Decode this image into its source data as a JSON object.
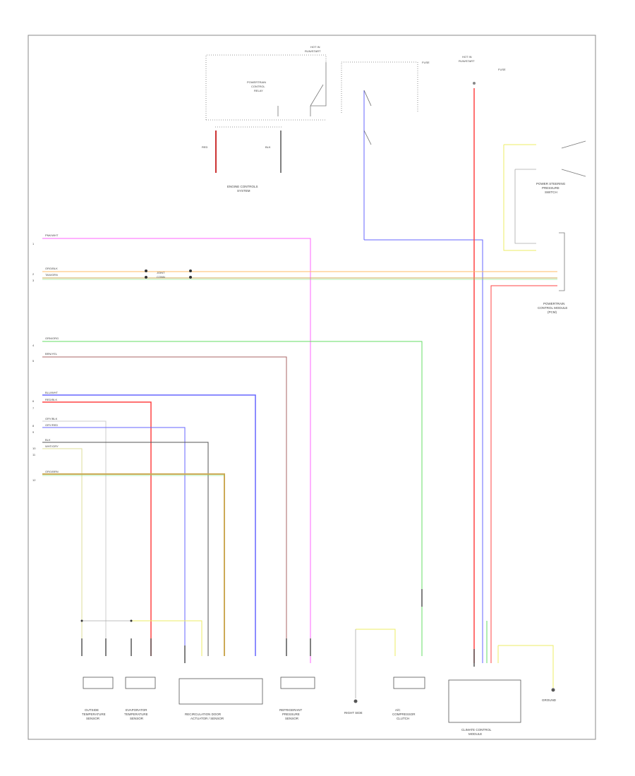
{
  "diagram": {
    "footer_code": "",
    "top_labels": [
      "",
      "",
      "",
      ""
    ],
    "components": [
      {
        "id": "engine-control-module",
        "label": ""
      },
      {
        "id": "power-steering-pressure-switch",
        "label": ""
      },
      {
        "id": "brake-pedal-switch",
        "label": ""
      },
      {
        "id": "pcm",
        "label": ""
      },
      {
        "id": "outside-temp-sensor",
        "label": ""
      },
      {
        "id": "evaporator-temp-sensor",
        "label": ""
      },
      {
        "id": "refrigerant-pressure-sensor",
        "label": ""
      },
      {
        "id": "recirculation-door-actuator",
        "label": ""
      },
      {
        "id": "ground-1",
        "label": ""
      },
      {
        "id": "ac-compressor-clutch",
        "label": ""
      },
      {
        "id": "a-c-control-module",
        "label": ""
      },
      {
        "id": "ground-2",
        "label": ""
      }
    ],
    "wire_colors": {
      "pink": "#ff66ff",
      "red": "#ff4444",
      "green": "#66dd66",
      "blue": "#6666ff",
      "yellow": "#eeee66",
      "orange": "#ffbb66",
      "tan": "#ccaa55",
      "gray": "#aaaaaa",
      "black": "#555555",
      "brown": "#aa6666"
    }
  }
}
